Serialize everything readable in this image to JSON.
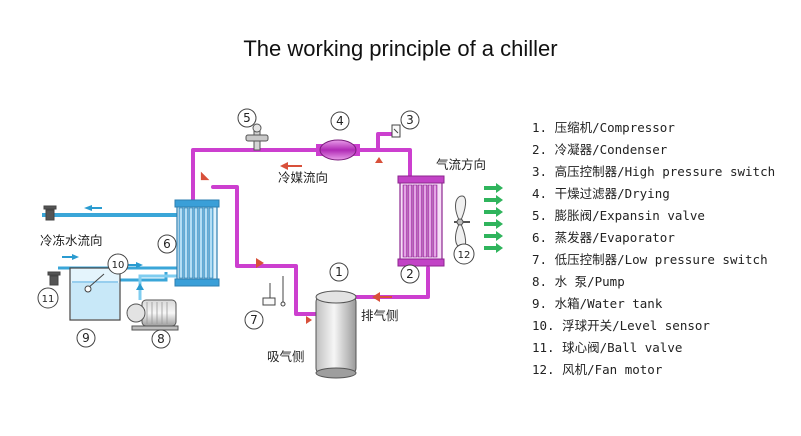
{
  "title": "The working principle of a chiller",
  "colors": {
    "refrigerant_pipe": "#cc3fcf",
    "refrigerant_pipe_dark": "#b231b6",
    "water_pipe": "#3aa6d8",
    "water_pipe_light": "#7fcdf0",
    "arrow_red": "#d8503a",
    "arrow_green": "#2fb45c",
    "arrow_water": "#2a9bd0"
  },
  "labels": {
    "refrigerant_flow": "冷媒流向",
    "air_flow": "气流方向",
    "chilled_water_flow": "冷冻水流向",
    "discharge_side": "排气侧",
    "suction_side": "吸气侧"
  },
  "markers": [
    "1",
    "2",
    "3",
    "4",
    "5",
    "6",
    "7",
    "8",
    "9",
    "10",
    "11",
    "12"
  ],
  "legend": [
    "1. 压缩机/Compressor",
    "2. 冷凝器/Condenser",
    "3. 高压控制器/High pressure switch",
    "4. 干燥过滤器/Drying",
    "5. 膨胀阀/Expansin valve",
    "6. 蒸发器/Evaporator",
    "7. 低压控制器/Low pressure switch",
    "8. 水 泵/Pump",
    "9. 水箱/Water tank",
    "10. 浮球开关/Level sensor",
    "11. 球心阀/Ball valve",
    "12. 风机/Fan motor"
  ]
}
